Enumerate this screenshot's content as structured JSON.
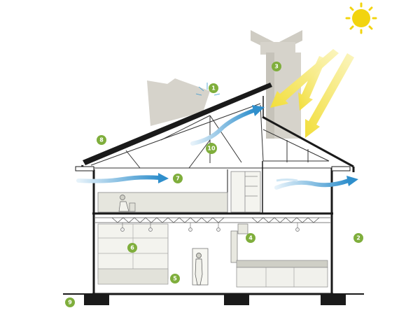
{
  "badges": [
    "1",
    "2",
    "3",
    "4",
    "5",
    "6",
    "7",
    "8",
    "9",
    "10"
  ],
  "ray_labels": [
    "",
    ""
  ],
  "colors": {
    "line": "#1a1a1a",
    "chimney": "#d6d3cb",
    "badge": "#7fae3c",
    "sun": "#f2d40f",
    "ray": "#f4e46a",
    "air": "#3b98d0",
    "air_light": "#cfe6f4",
    "interior": "#cfcfc6"
  },
  "icons": [
    "sun-icon",
    "airflow-arrow-icon",
    "person-icon"
  ]
}
